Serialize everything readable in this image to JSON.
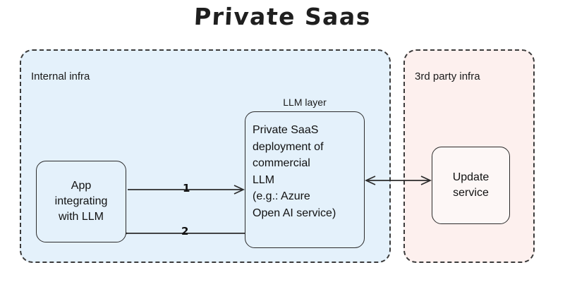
{
  "title": "Private Saas",
  "groups": [
    {
      "label": "Internal infra",
      "fill": "#e4f1fb",
      "border": "#3b3b3b"
    },
    {
      "label": "3rd party infra",
      "fill": "#fdf0ee",
      "border": "#3b3b3b"
    }
  ],
  "nodes": {
    "app": {
      "label": "App\nintegrating\nwith LLM",
      "fill": "#e4f1fb"
    },
    "llm": {
      "caption": "LLM layer",
      "label": "Private SaaS\ndeployment of\ncommercial\nLLM\n(e.g.: Azure\n Open AI service)",
      "fill": "#e4f1fb"
    },
    "update": {
      "label": "Update\nservice",
      "fill": "#fdf7f6"
    }
  },
  "edges": [
    {
      "id": "app-to-llm",
      "label": "1",
      "direction": "right"
    },
    {
      "id": "llm-to-app",
      "label": "2",
      "direction": "left"
    },
    {
      "id": "llm-update",
      "label": "",
      "direction": "both"
    }
  ],
  "colors": {
    "stroke": "#2b2b2b",
    "text": "#111111",
    "internal_fill": "#e4f1fb",
    "third_party_fill": "#fdf0ee",
    "background": "#ffffff"
  }
}
